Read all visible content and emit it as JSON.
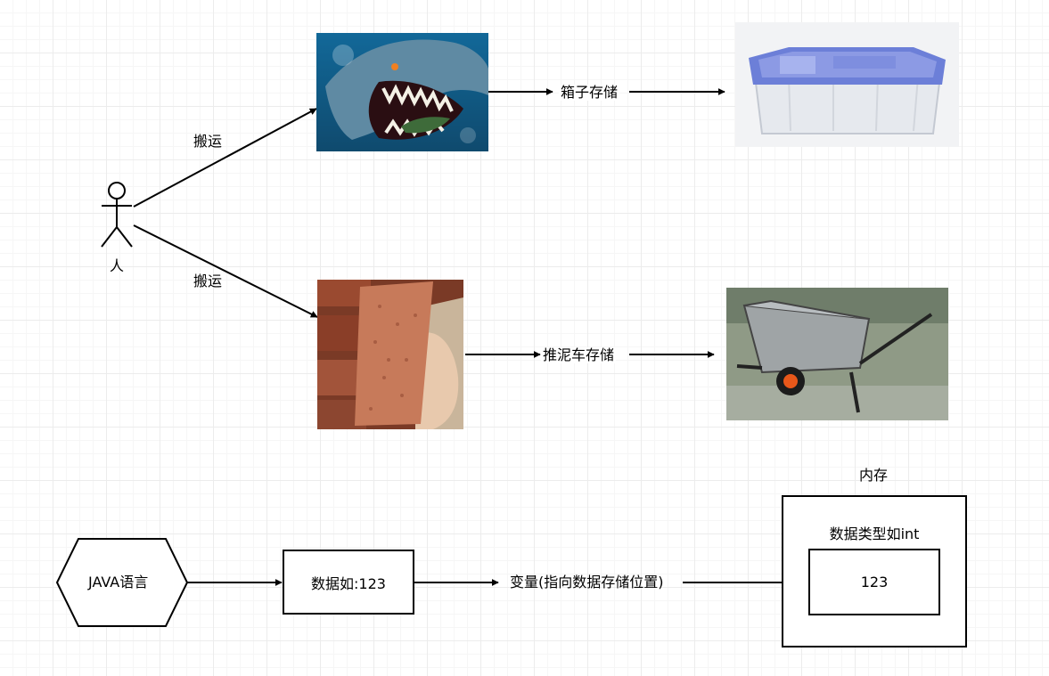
{
  "person": {
    "label": "人",
    "edge_top_label": "搬运",
    "edge_bottom_label": "搬运"
  },
  "row1": {
    "image": "shark-icon",
    "edge_label": "箱子存储",
    "target_image": "storage-box-icon"
  },
  "row2": {
    "image": "brick-icon",
    "edge_label": "推泥车存储",
    "target_image": "wheelbarrow-icon"
  },
  "bottom": {
    "language": "JAVA语言",
    "data": "数据如:123",
    "variable": "变量(指向数据存储位置)",
    "memory": {
      "title": "内存",
      "type_label": "数据类型如int",
      "value": "123"
    }
  }
}
